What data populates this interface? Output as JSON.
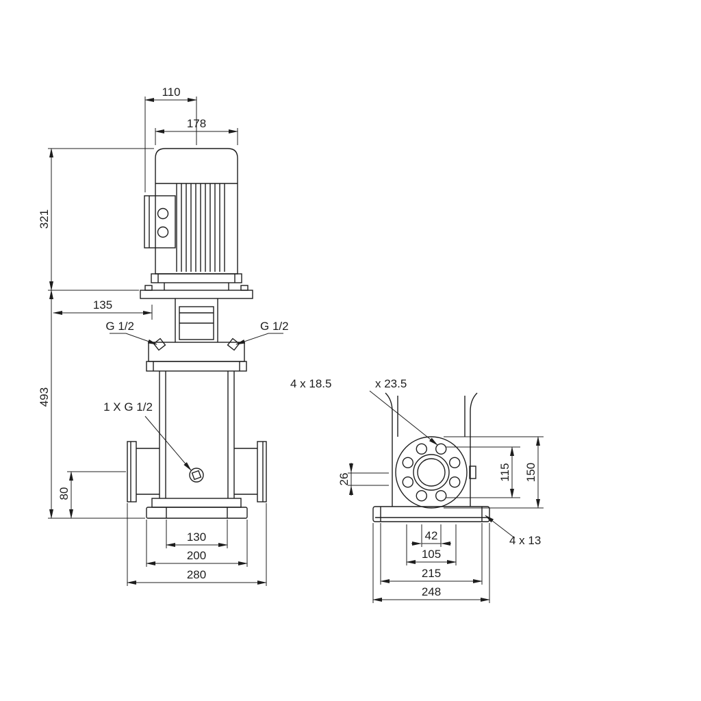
{
  "page": {
    "background": "#ffffff",
    "line_color": "#1d1d1d"
  },
  "front_view": {
    "dims": {
      "d110": "110",
      "d178": "178",
      "d321": "321",
      "d135": "135",
      "d493": "493",
      "d80": "80",
      "d130": "130",
      "d200": "200",
      "d280": "280"
    },
    "labels": {
      "plug_left": "G 1/2",
      "plug_right": "G 1/2",
      "drain": "1 X G 1/2"
    }
  },
  "side_view": {
    "dims": {
      "d26": "26",
      "d115": "115",
      "d150": "150",
      "d42": "42",
      "d105": "105",
      "d215": "215",
      "d248": "248"
    },
    "labels": {
      "flange_holes_1": "4 x 18.5",
      "flange_holes_2": "x 23.5",
      "base_holes": "4 x 13"
    }
  }
}
